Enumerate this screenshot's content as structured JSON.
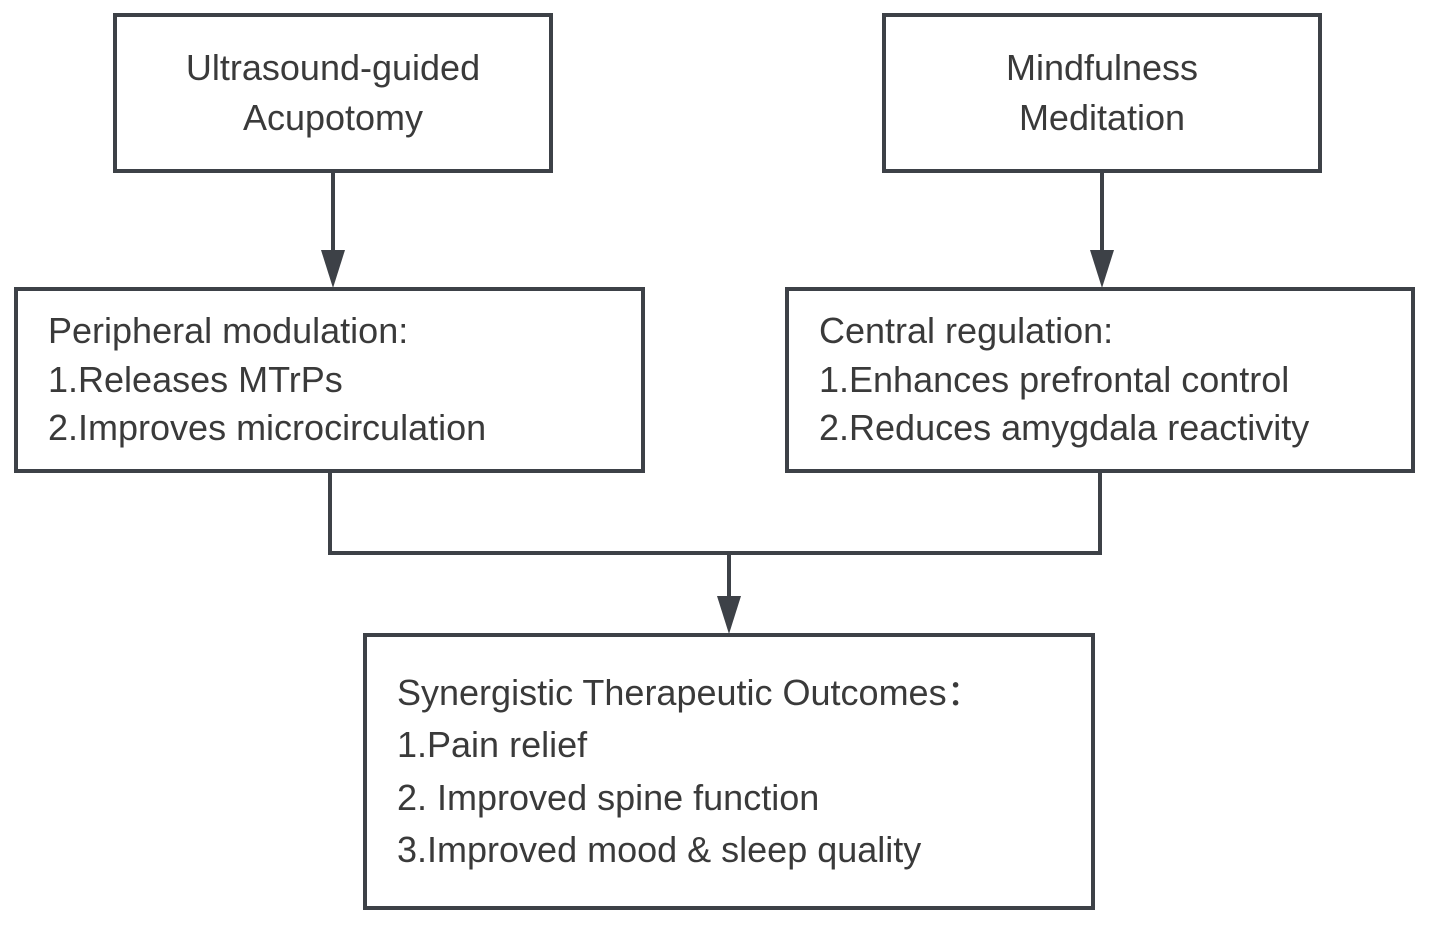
{
  "diagram": {
    "colors": {
      "line": "#3d4147",
      "text": "#3a3a3a",
      "background": "#ffffff"
    },
    "nodes": {
      "ultrasound": {
        "line1": "Ultrasound-guided",
        "line2": "Acupotomy"
      },
      "mindfulness": {
        "line1": "Mindfulness",
        "line2": "Meditation"
      },
      "peripheral": {
        "title": "Peripheral modulation:",
        "item1": "1.Releases MTrPs",
        "item2": "2.Improves microcirculation"
      },
      "central": {
        "title": "Central regulation:",
        "item1": "1.Enhances prefrontal control",
        "item2": "2.Reduces amygdala reactivity"
      },
      "outcomes": {
        "title": "Synergistic Therapeutic Outcomes：",
        "item1": "1.Pain relief",
        "item2": "2. Improved spine function",
        "item3": "3.Improved mood & sleep quality"
      }
    }
  }
}
